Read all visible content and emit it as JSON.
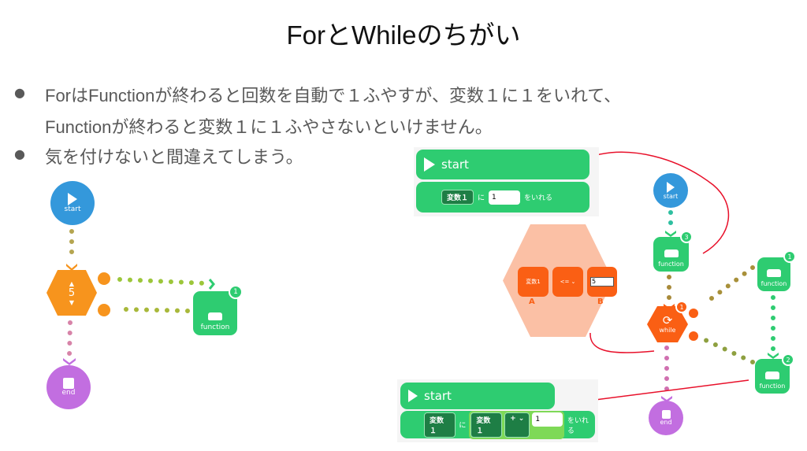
{
  "title": "ForとWhileのちがい",
  "bullets": [
    "ForはFunctionが終わると回数を自動で１ふやすが、変数１に１をいれて、",
    "Functionが終わると変数１に１ふやさないといけません。",
    "気を付けないと間違えてしまう。"
  ],
  "bullet_symbol": "●",
  "left_flow": {
    "start_label": "start",
    "loop_count": "5",
    "function_label": "function",
    "function_badge": "1",
    "end_label": "end"
  },
  "block_init": {
    "start_label": "start",
    "variable": "変数１",
    "particle": "に",
    "value": "1",
    "action": "をいれる"
  },
  "condition": {
    "variable": "変数1",
    "operator": "<=",
    "value": "5",
    "label_a": "A",
    "label_b": "B"
  },
  "block_increment": {
    "start_label": "start",
    "variable": "変数１",
    "particle": "に",
    "operand_variable": "変数１",
    "operator": "+",
    "value": "1",
    "action": "をいれる"
  },
  "right_flow": {
    "start_label": "start",
    "function3_label": "function",
    "function3_badge": "3",
    "while_label": "while",
    "while_badge": "1",
    "function1_label": "function",
    "function1_badge": "1",
    "function2_label": "function",
    "function2_badge": "2",
    "end_label": "end"
  },
  "colors": {
    "green": "#2ecc71",
    "blue": "#3498db",
    "orange": "#f7941d",
    "red_orange": "#fa5f14",
    "purple": "#c26ee0",
    "peach": "#fbc0a5",
    "annotation_red": "#e8102a"
  }
}
